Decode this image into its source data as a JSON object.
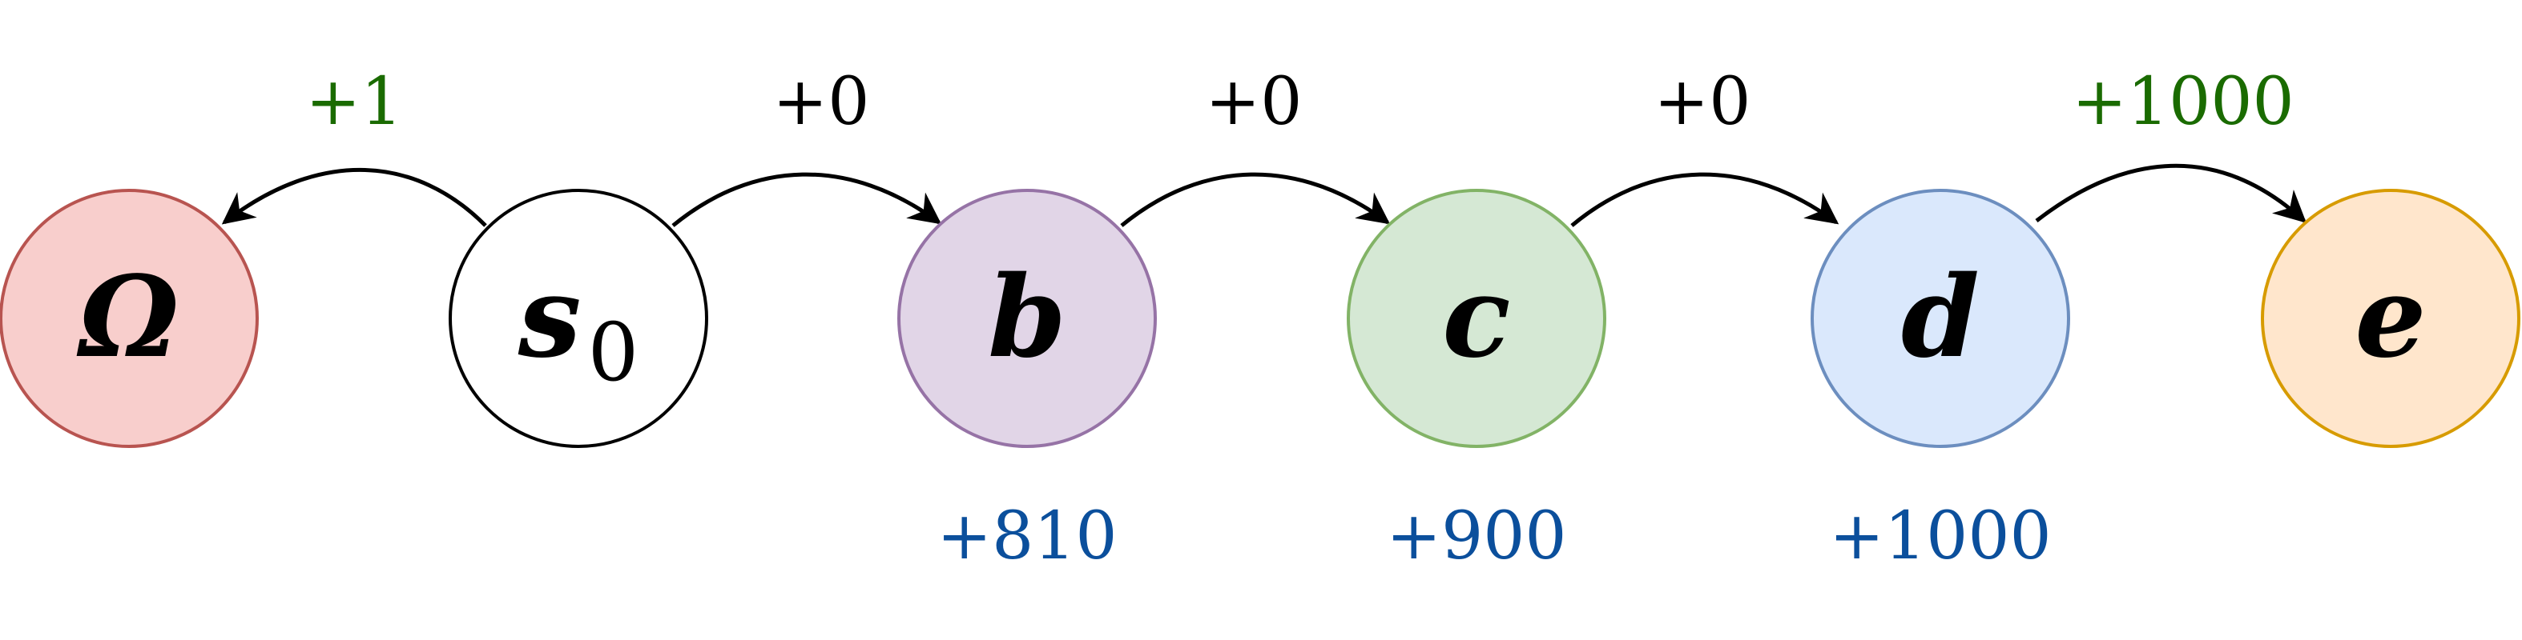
{
  "nodes": [
    {
      "id": "omega",
      "label": "Ω",
      "sub": "",
      "fill": "#f8cecc",
      "stroke": "#b85450"
    },
    {
      "id": "s0",
      "label": "s",
      "sub": "0",
      "fill": "#ffffff",
      "stroke": "#000000"
    },
    {
      "id": "b",
      "label": "b",
      "sub": "",
      "fill": "#e1d5e7",
      "stroke": "#9673a6"
    },
    {
      "id": "c",
      "label": "c",
      "sub": "",
      "fill": "#d5e8d4",
      "stroke": "#82b366"
    },
    {
      "id": "d",
      "label": "d",
      "sub": "",
      "fill": "#dae8fc",
      "stroke": "#6c8ebf"
    },
    {
      "id": "e",
      "label": "e",
      "sub": "",
      "fill": "#ffe6cc",
      "stroke": "#d79b00"
    }
  ],
  "edges": [
    {
      "from": "s0",
      "to": "omega",
      "label": "+1",
      "color": "#1a6b00"
    },
    {
      "from": "s0",
      "to": "b",
      "label": "+0",
      "color": "#000000"
    },
    {
      "from": "b",
      "to": "c",
      "label": "+0",
      "color": "#000000"
    },
    {
      "from": "c",
      "to": "d",
      "label": "+0",
      "color": "#000000"
    },
    {
      "from": "d",
      "to": "e",
      "label": "+1000",
      "color": "#1a6b00"
    }
  ],
  "values": [
    {
      "node": "b",
      "label": "+810"
    },
    {
      "node": "c",
      "label": "+900"
    },
    {
      "node": "d",
      "label": "+1000"
    }
  ]
}
